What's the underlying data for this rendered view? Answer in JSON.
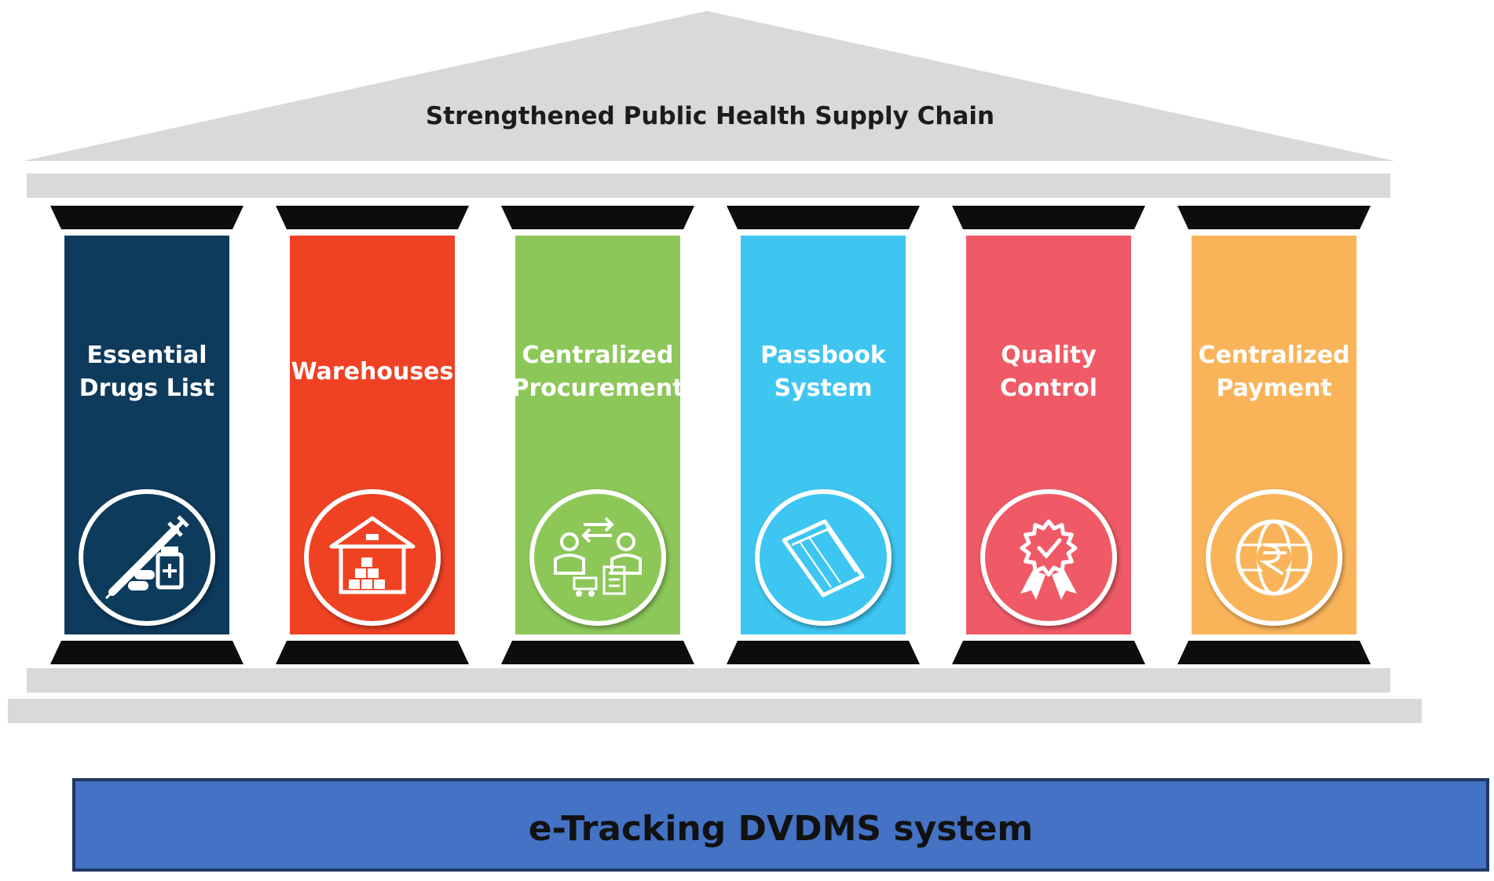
{
  "roof": {
    "title": "Strengthened Public Health Supply Chain",
    "color": "#d9d9d9"
  },
  "pillars": [
    {
      "lines": [
        "Essential",
        "Drugs List"
      ],
      "color": "#0e3a5c",
      "icon": "syringe-medicine-icon"
    },
    {
      "lines": [
        "Warehouses"
      ],
      "color": "#ef4224",
      "icon": "warehouse-icon"
    },
    {
      "lines": [
        "Centralized",
        "Procurement"
      ],
      "color": "#8cc759",
      "icon": "procurement-exchange-icon"
    },
    {
      "lines": [
        "Passbook",
        "System"
      ],
      "color": "#3ec6f1",
      "icon": "passbook-icon"
    },
    {
      "lines": [
        "Quality",
        "Control"
      ],
      "color": "#ef5a66",
      "icon": "award-badge-icon"
    },
    {
      "lines": [
        "Centralized",
        "Payment"
      ],
      "color": "#f9b45a",
      "icon": "globe-rupee-icon"
    }
  ],
  "foundation": {
    "label": "e-Tracking DVDMS system",
    "fill": "#4472c4",
    "border": "#1f3864"
  },
  "structure_colors": {
    "beam": "#d9d9d9",
    "capital": "#0d0d0d"
  }
}
